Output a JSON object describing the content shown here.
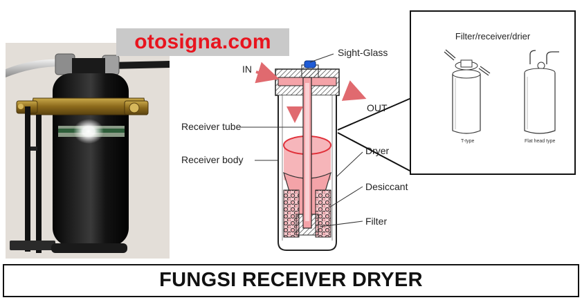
{
  "watermark": {
    "text": "otosigna.com"
  },
  "diagram": {
    "labels": {
      "sight_glass": "Sight-Glass",
      "in": "IN",
      "out": "OUT",
      "receiver_tube": "Receiver tube",
      "receiver_body": "Receiver body",
      "dryer": "Dryer",
      "desiccant": "Desiccant",
      "filter": "Filter"
    }
  },
  "inset": {
    "title": "Filter/receiver/drier",
    "captions": {
      "t_type": "T-type",
      "flat_head": "Flat head type"
    }
  },
  "banner": {
    "title": "FUNGSI RECEIVER DRYER"
  },
  "colors": {
    "watermark_text": "#e8141e",
    "watermark_bg": "#c9c9c9",
    "cutaway_pink": "#f4a3a8",
    "accent_red": "#e0313a",
    "sight_glass_blue": "#1e5bd6"
  }
}
